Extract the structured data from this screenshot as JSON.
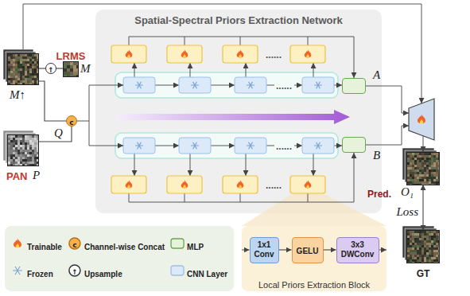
{
  "diagram": {
    "nodes": [
      {
        "text": [
          "Spatial-Spectral Priors Extraction Network"
        ]
      },
      {
        "text": [
          "LRMS",
          "M"
        ]
      },
      {
        "text": [
          "↑"
        ]
      },
      {
        "text": [
          "M↑"
        ]
      },
      {
        "text": [
          "c",
          "Q"
        ]
      },
      {
        "text": [
          "PAN",
          "P"
        ]
      },
      {
        "text": [
          "A"
        ],
        "in": 0
      },
      {
        "text": [
          "B"
        ],
        "in": 0
      },
      {
        "text": [
          "Pred.",
          "O₁"
        ]
      },
      {
        "text": [
          "GT"
        ]
      },
      {
        "text": [
          "Local Priors Extraction Block"
        ]
      },
      {
        "text": [
          "1x1 Conv"
        ],
        "in": 10
      },
      {
        "text": [
          "GELU"
        ],
        "in": 10
      },
      {
        "text": [
          "3x3 DWConv"
        ],
        "in": 10
      }
    ],
    "edges": [
      {
        "from": 1,
        "to": 2,
        "arrow": "none"
      },
      {
        "from": 2,
        "to": 3,
        "arrow": "none"
      },
      {
        "from": 3,
        "to": 4,
        "arrow": "none"
      },
      {
        "from": 5,
        "to": 4,
        "arrow": "none"
      },
      {
        "from": 8,
        "to": 9,
        "label": "Loss",
        "arrow": "both"
      },
      {
        "from": 11,
        "to": 12,
        "arrow": "to"
      },
      {
        "from": 12,
        "to": 13,
        "arrow": "to"
      }
    ],
    "labels": [
      "......",
      "......",
      "......",
      "......",
      "c",
      "↑"
    ],
    "legend": [
      {
        "text": "Trainable"
      },
      {
        "text": "Channel-wise Concat"
      },
      {
        "text": "MLP",
        "color": "#e6f2d9"
      },
      {
        "text": "Frozen"
      },
      {
        "text": "Upsample"
      },
      {
        "text": "CNN Layer",
        "color": "#dce9f8"
      }
    ]
  }
}
